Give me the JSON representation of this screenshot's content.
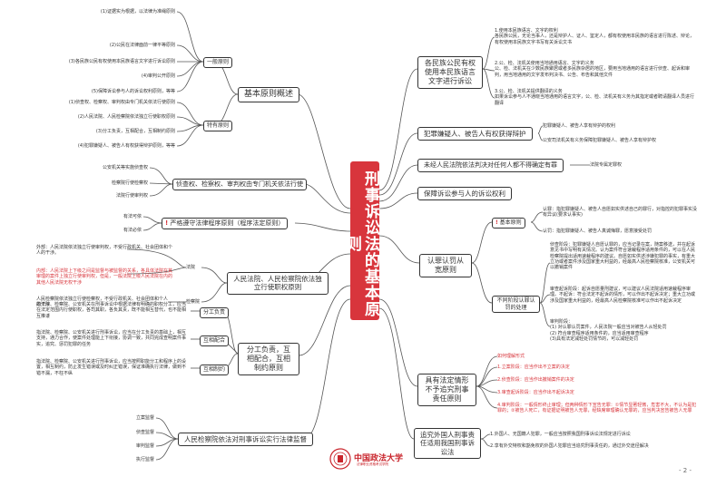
{
  "center": {
    "title": "刑事诉讼法的基本原则"
  },
  "left": {
    "b1": {
      "label": "基本原则概述",
      "general": {
        "label": "一般原则",
        "items": [
          "(1)证据实为根据，以法律为准绳原则",
          "(2)公民在法律面前一律平等原则",
          "(3)各民族公民有权使用本民族语言文字进行诉讼原则",
          "(4)审判公开原则",
          "(5)保障诉讼参与人的诉讼权利原则，等等"
        ]
      },
      "special": {
        "label": "特有原则",
        "items": [
          "(1)侦查权、检察权、审判权由专门机关依法行使原则",
          "(2)人民法院、人民检察院依法独立行使职权原则",
          "(3)分工负责，互相配合，互相制约原则",
          "(4)犯罪嫌疑人、被告人有权获得辩护原则，等等"
        ]
      }
    },
    "b2": {
      "label": "侦查权、检察权、审判权由专门机关依法行使",
      "items": [
        "公安机关等实施侦查权",
        "检察院行使检察权",
        "法院行使审判权"
      ]
    },
    "b3": {
      "label": "严格遵守法律程序原则（程序法定原则）",
      "items": [
        "有法可依",
        "有法必依"
      ]
    },
    "b4": {
      "label": "人民法院、人民检察院依法独立行使职权原则",
      "court": "法院",
      "procuratorate": "检察院",
      "outer": "外部：人民法院依法独立行使审判权，不受行政机关、社会团体和个人的干涉。",
      "inner": "内部：人民法院上下级之间是监督与被监督的关系，各具体法院在其审理的案件上独立行使审判权，但是，一般法院上级人民法院在内的其他人民法院无权干涉",
      "proc_text": "人民检察院依法独立行使检察权，不受行政机关、社会团体和个人的干涉"
    },
    "b5": {
      "label": "分工负责，互相配合，互相制约原则",
      "division": {
        "label": "分工负责",
        "text": "指法院、检察院、公安机关在刑事诉讼中根据法律有明确的职权分工，应当在法定范围内行使职权，各司其职，各负其责，既不能相互替代，也不能相互推诿"
      },
      "coop": {
        "label": "互相配合",
        "text": "指法院、检察院、公安机关进行刑事诉讼，应当在分工负责的基础上，相互支持，通力合作，使案件处理能上下衔接，协调一致，共同完成查明案件事实，追究、惩罚犯罪的任务"
      },
      "check": {
        "label": "互相制约",
        "text": "指法院、检察院、公安机关进行刑事诉讼，应当按照职能分工和程序上的设置，相互制约，防止发生错误或及时纠正错误，保证准确执行法律，做到不错不漏，不枉不纵"
      }
    },
    "b6": {
      "label": "人民检察院依法对刑事诉讼实行法律监督",
      "items": [
        "立案监督",
        "侦查监督",
        "审判监督",
        "执行监督"
      ]
    }
  },
  "right": {
    "r1": {
      "label": "各民族公民有权使用本民族语言文字进行诉讼",
      "items": [
        "1.使用本民族语言、文字的权利\n各民族公民，无论当事人，还是辩护人、证人、鉴定人，都有权使用本民族的语言进行陈述、辩论，有权使用本民族文字书写有关诉讼文书",
        "2.公、检、法机关使用当地通用语言、文字的义务\n公、检、法机关在少数民族聚居或者多民族杂居的地区，要用当地通用的语言进行侦查、起诉和审判，用当地通用的文字发布判决书、公告、布告和其他文件",
        "3.公、检、法机关提供翻译的义务\n如果诉讼参与人不通晓当地通用的语言文字，公、检、法机关有义务为其指定或者聘请翻译人员进行翻译"
      ]
    },
    "r2": {
      "label": "犯罪嫌疑人、被告人有权获得辩护",
      "items": [
        "犯罪嫌疑人、被告人享有辩护的权利",
        "公安司法机关有义务保障犯罪嫌疑人、被告人享有辩护权"
      ]
    },
    "r3": {
      "label": "未经人民法院依法判决对任何人都不得确定有罪",
      "items": [
        "法院专属定罪权"
      ]
    },
    "r4": {
      "label": "保障诉讼参与人的诉讼权利"
    },
    "r5": {
      "label": "认罪认罚从宽原则",
      "basic": {
        "label": "基本原则",
        "items": [
          "认罪：指犯罪嫌疑人、被告人自愿如实供述自己的罪行，对指控的犯罪事实没有异议(要求认事实)",
          "认罚：指犯罪嫌疑人、被告人真诚悔罪，愿意接受处罚"
        ]
      },
      "stages": {
        "label": "不同阶段认罪认罚的处理",
        "items": [
          "侦查阶段：犯罪嫌疑人自愿认罪的，应当记录在案，随案移送，并在起诉意见书中写明有关情况。认为案件符合速裁程序适用条件的，可以在人民检察院提出适用速裁程序的建议。自愿如实供述涉嫌犯罪的事实，有重大立功或者案件涉及国家重大利益的，经最高人民检察院核准，公安机关可以撤销案件",
          "审查起诉阶段：起诉自愿量刑建议，可以建议人民法院适用速裁程序审理。不起诉：符合法定不起诉的情形，可以作出不起诉决定；重大立功或涉及国家重大利益的，经最高人民检察院核准可以作出不起诉决定",
          "审判阶段：\n(1) 对认罪认罚案件，人民法院一般应当对被告人从轻处罚\n(2) 符合审查程序适用条件的，应当适用审查程序\n(3)具有法定减轻处罚情节的，可以减轻处罚"
        ]
      }
    },
    "r6": {
      "label": "具有法定情形不予追究刑事责任原则",
      "items": [
        "如何理解形式",
        "1.立案阶段：应当作出不立案的决定",
        "2.侦查阶段：应当作出撤销案件的决定",
        "3.审查起诉阶段：应当作出不起诉决定",
        "4.审判阶段：一般情形终止审理；但两种情形下宣告无罪：①情节显著轻微，危害不大，不认为是犯罪的；②被告人死亡，有证据证明被告人无罪，经缺席审理确认无罪的，应当判决宣告被告人无罪"
      ]
    },
    "r7": {
      "label": "追究外国人刑事责任适用我国刑事诉讼法",
      "items": [
        "1.外国人、无国籍人犯罪，一般应当按照我国刑事诉讼法规定进行诉讼",
        "2.享有外交特权和豁免权的外国人犯罪应当追究刑事责任的，通过外交途径解决"
      ]
    }
  },
  "footer": {
    "page": "- 2 -",
    "logo_name": "中国政法大学",
    "logo_sub": "法律职业资格考试学院"
  },
  "colors": {
    "accent": "#d8353c",
    "line": "#555555"
  }
}
